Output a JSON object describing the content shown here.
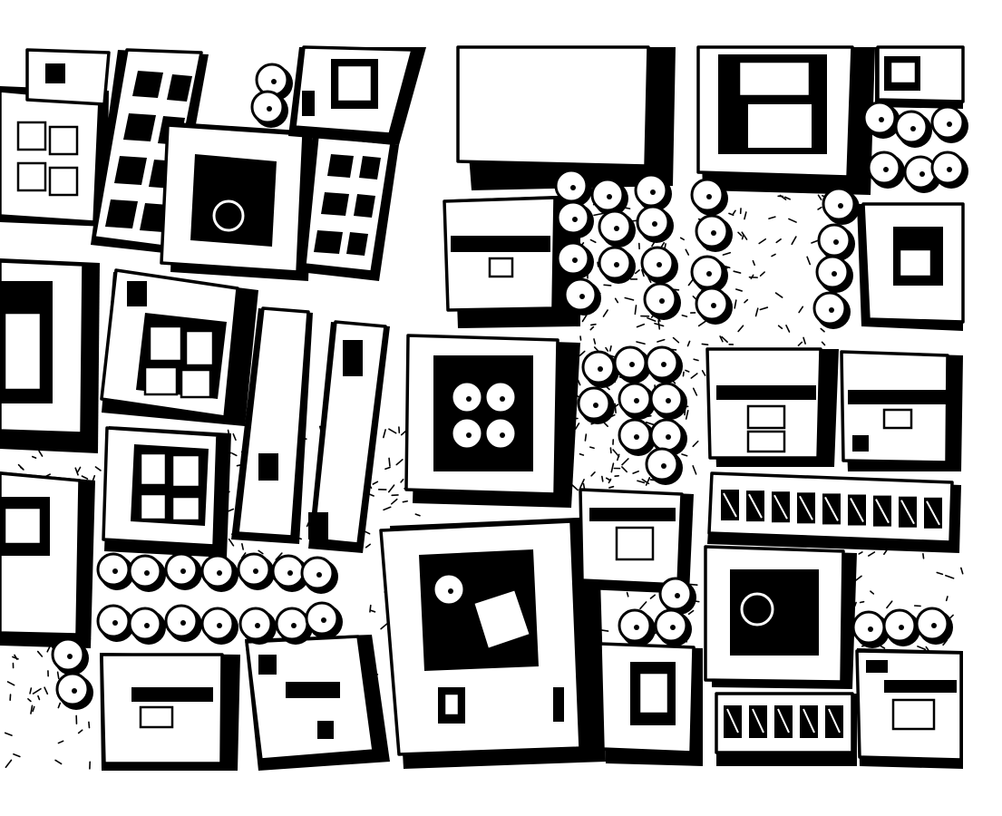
{
  "page": {
    "background": "#ffffff",
    "ink": "#000000"
  },
  "map": {
    "style": "black-and-white aerial ink sketch of a dense urban block",
    "elements": [
      "courtyard-building",
      "row-house",
      "tree",
      "paved-plaza",
      "street"
    ]
  }
}
